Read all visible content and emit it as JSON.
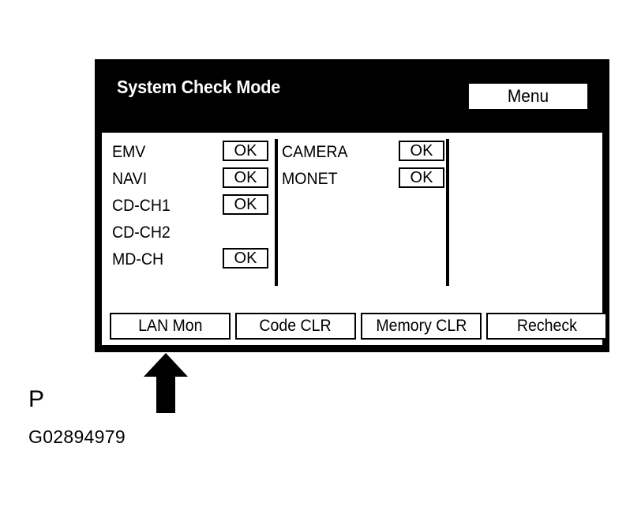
{
  "panel": {
    "header": {
      "title": "System Check Mode",
      "menu_label": "Menu"
    },
    "status_columns": [
      {
        "name": "left-column",
        "rows": [
          {
            "label": "EMV",
            "status": "OK"
          },
          {
            "label": "NAVI",
            "status": "OK"
          },
          {
            "label": "CD-CH1",
            "status": "OK"
          },
          {
            "label": "CD-CH2",
            "status": ""
          },
          {
            "label": "MD-CH",
            "status": "OK"
          }
        ]
      },
      {
        "name": "right-column",
        "rows": [
          {
            "label": "CAMERA",
            "status": "OK"
          },
          {
            "label": "MONET",
            "status": "OK"
          }
        ]
      }
    ],
    "buttons": [
      {
        "label": "LAN Mon"
      },
      {
        "label": "Code CLR"
      },
      {
        "label": "Memory CLR"
      },
      {
        "label": "Recheck"
      }
    ]
  },
  "annotations": {
    "arrow_icon": "up-arrow-callout",
    "caption_p": "P",
    "caption_code": "G02894979"
  },
  "colors": {
    "panel_background": "#000000",
    "screen_background": "#ffffff",
    "text": "#000000",
    "header_text": "#ffffff"
  }
}
